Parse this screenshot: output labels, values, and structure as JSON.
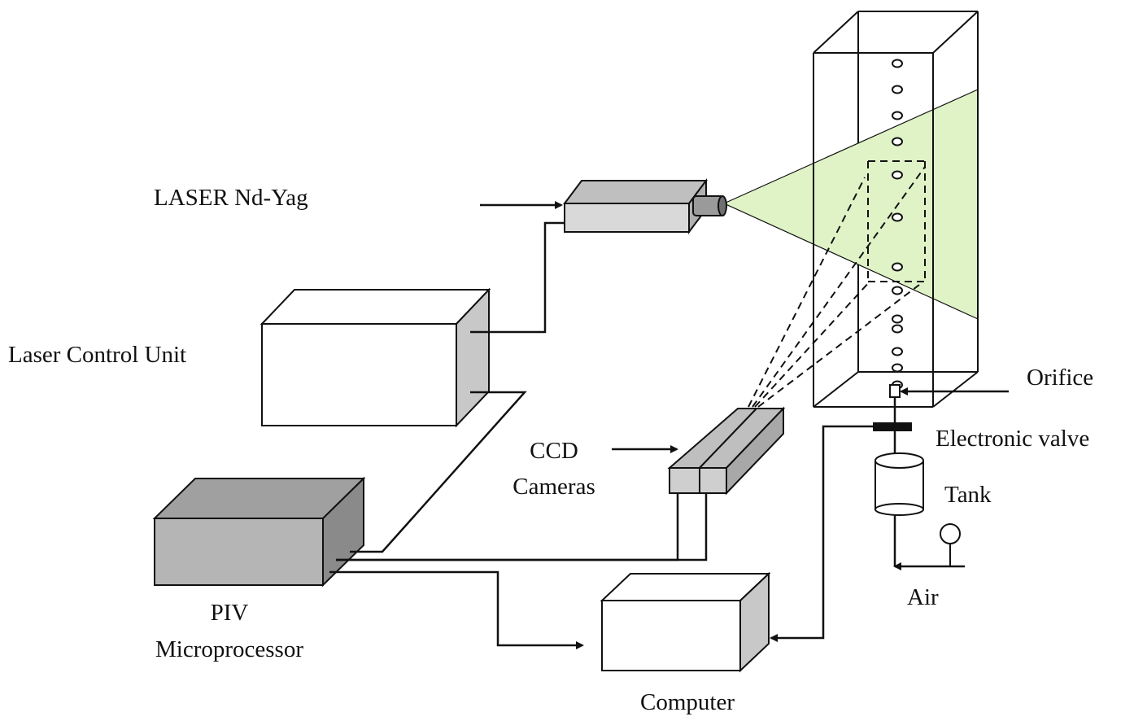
{
  "labels": {
    "laser": "LASER Nd-Yag",
    "laser_control_unit": "Laser Control Unit",
    "ccd_line1": "CCD",
    "ccd_line2": "Cameras",
    "piv_line1": "PIV",
    "piv_line2": "Microprocessor",
    "computer": "Computer",
    "orifice": "Orifice",
    "electronic_valve": "Electronic valve",
    "tank": "Tank",
    "air": "Air"
  },
  "colors": {
    "line": "#111111",
    "box_face": "#ffffff",
    "box_side": "#c8c8c8",
    "device_face": "#d9d9d9",
    "device_top": "#bfbfbf",
    "piv_face": "#b5b5b5",
    "piv_top": "#a0a0a0",
    "piv_side": "#8a8a8a",
    "laser_sheet": "#dff3c7"
  }
}
